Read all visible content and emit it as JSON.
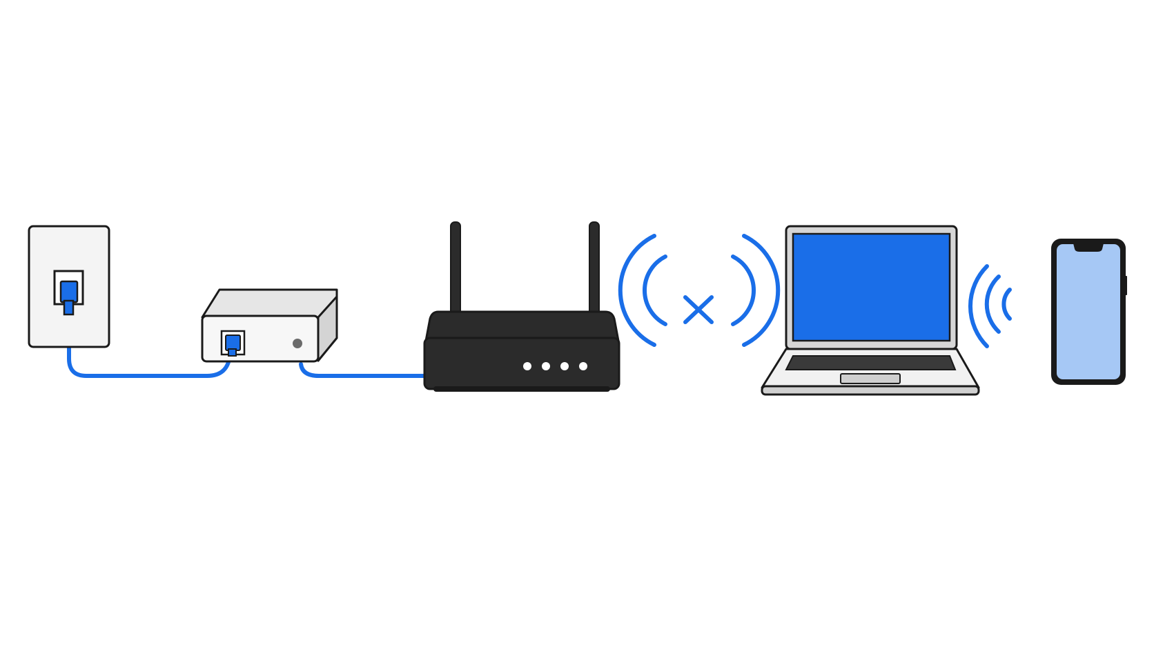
{
  "diagram": {
    "description_nodes": [
      {
        "id": "wall-outlet",
        "icon": "wall-jack-icon"
      },
      {
        "id": "modem",
        "icon": "modem-icon"
      },
      {
        "id": "router",
        "icon": "router-icon"
      },
      {
        "id": "wireless-link-broken",
        "icon": "wifi-disconnected-icon"
      },
      {
        "id": "laptop",
        "icon": "laptop-icon"
      },
      {
        "id": "wireless-link",
        "icon": "wifi-signal-icon"
      },
      {
        "id": "smartphone",
        "icon": "smartphone-icon"
      }
    ],
    "connections": [
      {
        "from": "wall-outlet",
        "to": "modem",
        "type": "wired"
      },
      {
        "from": "modem",
        "to": "router",
        "type": "wired"
      },
      {
        "from": "router",
        "to": "laptop",
        "type": "wireless",
        "status": "disconnected"
      },
      {
        "from": "laptop",
        "to": "smartphone",
        "type": "wireless",
        "status": "connected"
      }
    ],
    "router_indicator_lights": 4,
    "colors": {
      "background": "#ffffff",
      "cable": "#1a6ee8",
      "signal": "#1a6ee8",
      "outline": "#1a1a1a",
      "router_body": "#2b2b2b",
      "laptop_screen": "#1a6ee8",
      "phone_screen": "#a6c8f5",
      "device_white": "#f4f4f4",
      "device_shade": "#d9d9d9"
    }
  }
}
